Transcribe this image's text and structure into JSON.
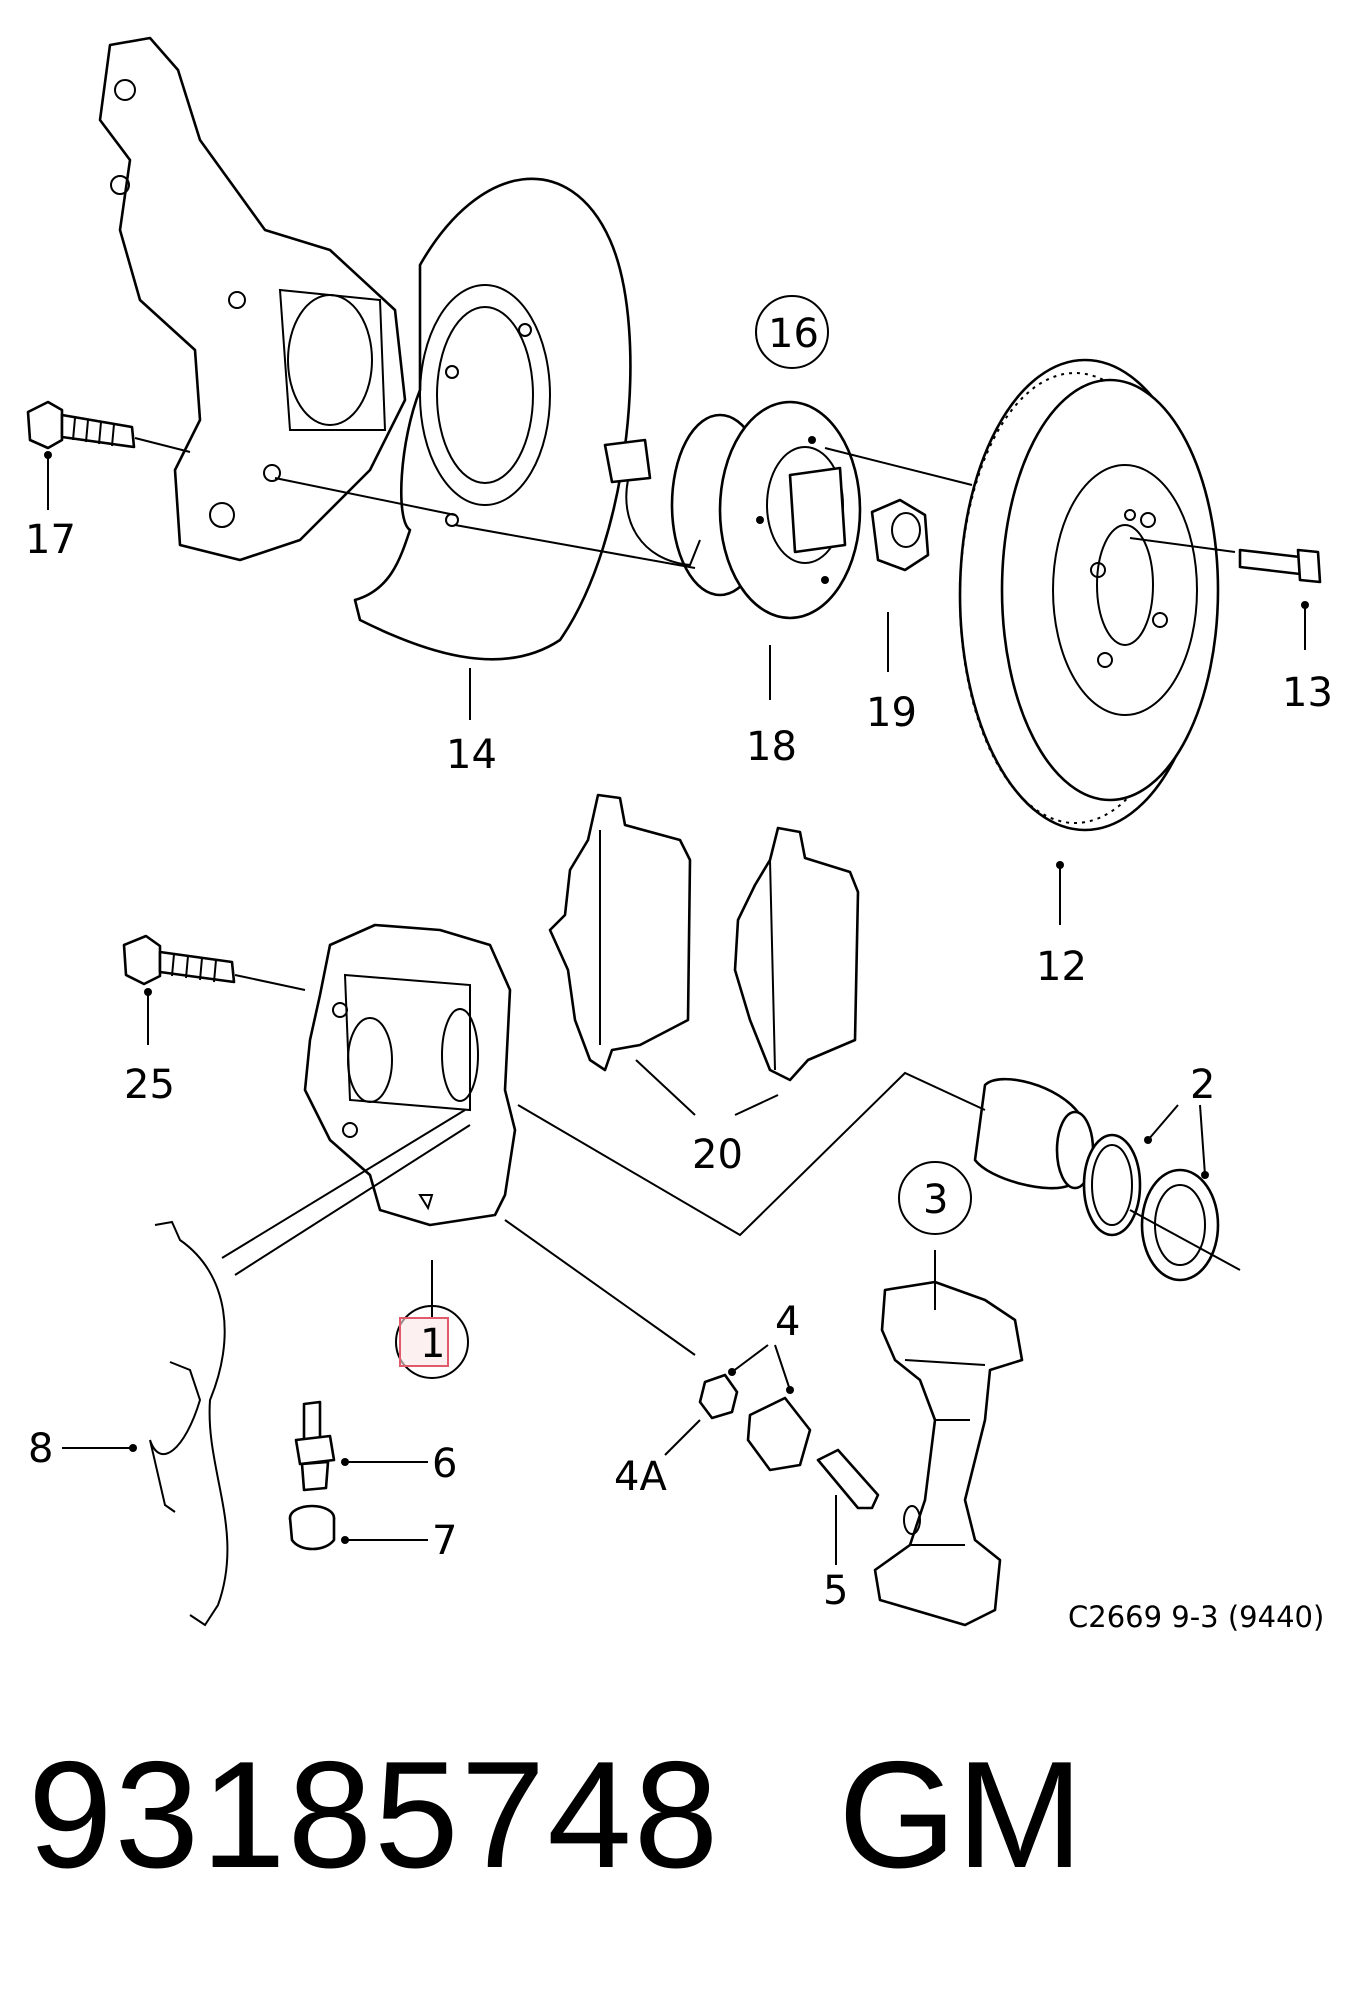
{
  "diagram": {
    "code": "C2669 9-3 (9440)",
    "labels": {
      "l17": "17",
      "l14": "14",
      "l16": "16",
      "l18": "18",
      "l19": "19",
      "l13": "13",
      "l12": "12",
      "l25": "25",
      "l20": "20",
      "l2": "2",
      "l3": "3",
      "l1": "1",
      "l4": "4",
      "l4a": "4A",
      "l8": "8",
      "l6": "6",
      "l7": "7",
      "l5": "5"
    },
    "highlight_color": "#e05a6a"
  },
  "caption": {
    "part_number": "93185748",
    "brand": "GM"
  }
}
